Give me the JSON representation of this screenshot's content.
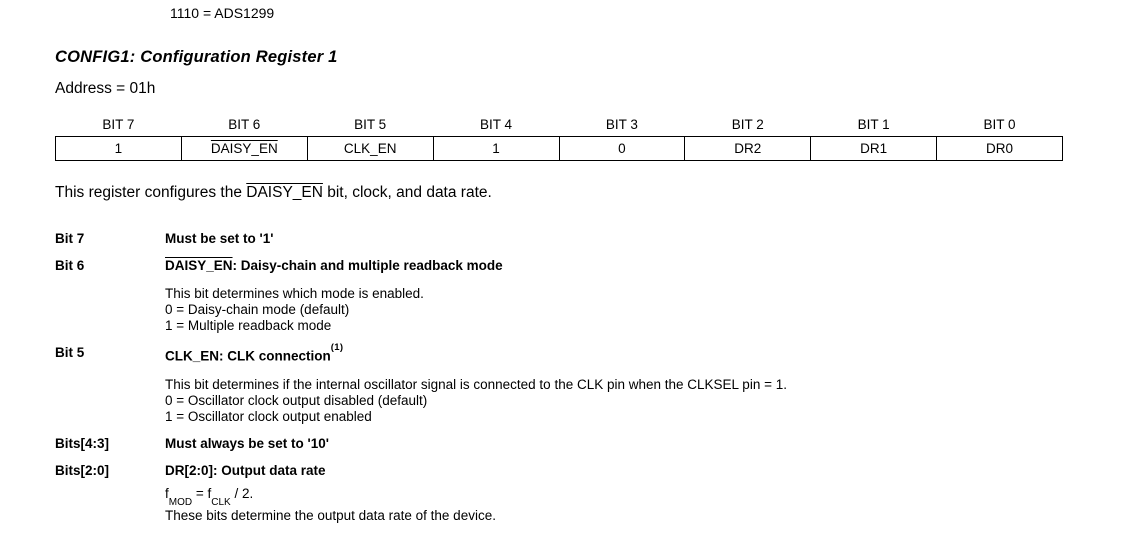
{
  "colors": {
    "text": "#000000",
    "background": "#ffffff",
    "table_border": "#000000"
  },
  "device_line": "1110 = ADS1299",
  "section": {
    "heading": "CONFIG1: Configuration Register 1",
    "address_line": "Address = 01h"
  },
  "register_table": {
    "headers": [
      "BIT 7",
      "BIT 6",
      "BIT 5",
      "BIT 4",
      "BIT 3",
      "BIT 2",
      "BIT 1",
      "BIT 0"
    ],
    "values": [
      "1",
      "DAISY_EN",
      "CLK_EN",
      "1",
      "0",
      "DR2",
      "DR1",
      "DR0"
    ],
    "overlined_value": "DAISY_EN"
  },
  "intro": {
    "pre": "This register configures the ",
    "overlined": "DAISY_EN",
    "post": " bit, clock, and data rate."
  },
  "bit_descriptions": [
    {
      "label": "Bit 7",
      "heading": "Must be set to '1'"
    },
    {
      "label": "Bit 6",
      "heading_overlined": "DAISY_EN",
      "heading_rest": ": Daisy-chain and multiple readback mode",
      "lines": [
        "This bit determines which mode is enabled.",
        "0 = Daisy-chain mode (default)",
        "1 = Multiple readback mode"
      ]
    },
    {
      "label": "Bit 5",
      "heading": "CLK_EN: CLK connection",
      "footnote_ref": "(1)",
      "lines": [
        "This bit determines if the internal oscillator signal is connected to the CLK pin when the CLKSEL pin = 1.",
        "0 = Oscillator clock output disabled (default)",
        "1 = Oscillator clock output enabled"
      ]
    },
    {
      "label": "Bits[4:3]",
      "heading": "Must always be set to '10'"
    },
    {
      "label": "Bits[2:0]",
      "heading": "DR[2:0]: Output data rate",
      "formula": {
        "base1": "f",
        "sub1": "MOD",
        "mid": " = f",
        "sub2": "CLK",
        "tail": " / 2."
      },
      "lines": [
        "These bits determine the output data rate of the device."
      ]
    }
  ]
}
